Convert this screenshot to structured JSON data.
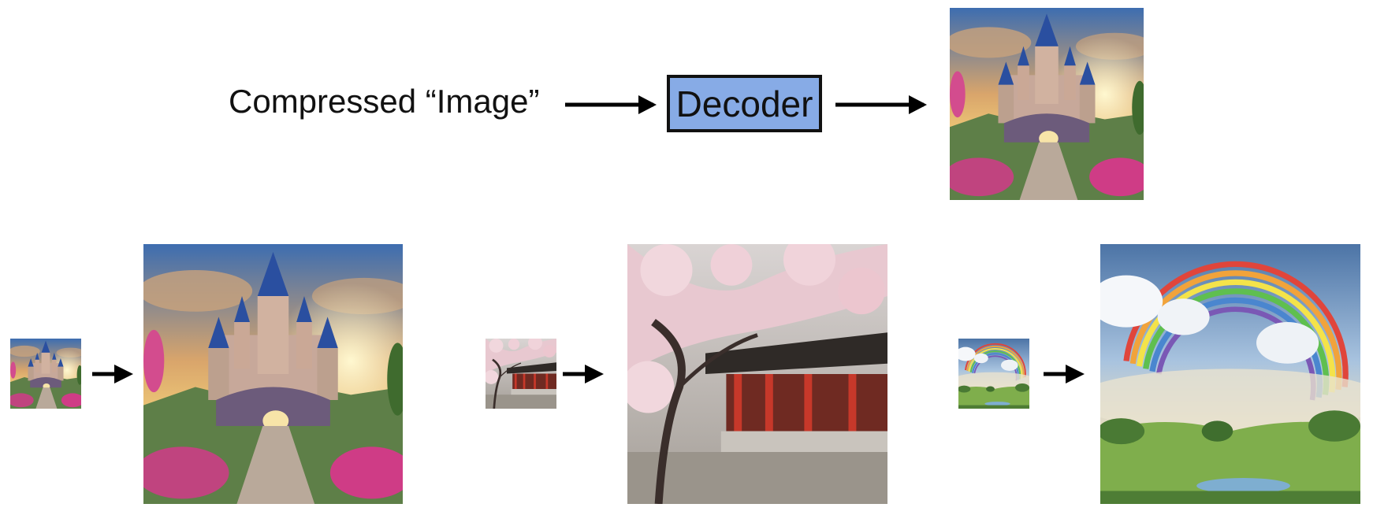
{
  "pipeline": {
    "input_label": "Compressed “Image”",
    "decoder_label": "Decoder",
    "output_image": "castle-image"
  },
  "examples": [
    {
      "name": "castle",
      "small_image": "castle-latent-image",
      "large_image": "castle-decoded-image"
    },
    {
      "name": "cherry-blossom-temple",
      "small_image": "temple-latent-image",
      "large_image": "temple-decoded-image"
    },
    {
      "name": "rainbow-landscape",
      "small_image": "rainbow-latent-image",
      "large_image": "rainbow-decoded-image"
    }
  ],
  "colors": {
    "decoder_fill": "#87abe6",
    "arrow": "#000000"
  }
}
